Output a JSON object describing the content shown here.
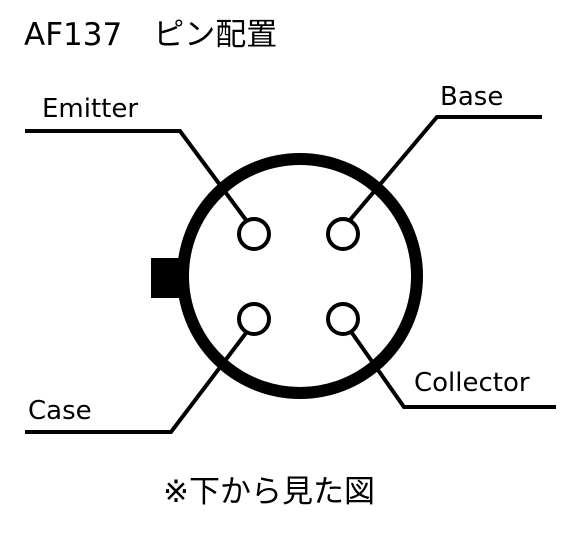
{
  "title": "AF137　ピン配置",
  "pins": {
    "emitter": "Emitter",
    "base": "Base",
    "case": "Case",
    "collector": "Collector"
  },
  "caption": "※下から見た図",
  "colors": {
    "stroke": "#000000",
    "background": "#ffffff"
  }
}
